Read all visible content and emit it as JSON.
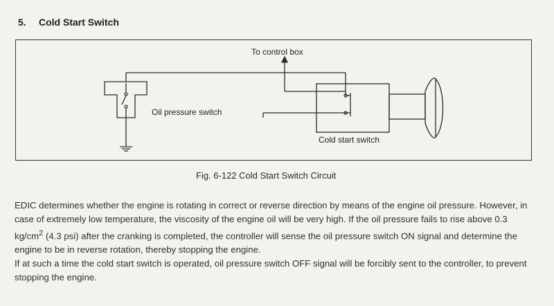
{
  "section": {
    "number": "5.",
    "title": "Cold Start Switch"
  },
  "diagram": {
    "labels": {
      "control_box": "To control box",
      "oil_switch": "Oil pressure switch",
      "cold_switch": "Cold start switch"
    }
  },
  "caption": "Fig. 6-122  Cold Start Switch Circuit",
  "body": {
    "p1_before_sup": "EDIC determines whether the engine is rotating in correct or reverse direction by means of the engine oil pressure. However, in case of extremely low temperature, the viscosity of the engine oil will be very high. If the oil pressure fails to rise above 0.3 kg/cm",
    "p1_sup": "2",
    "p1_after_sup": " (4.3 psi) after the cranking is completed, the controller will sense the oil pressure switch ON signal and determine the engine to be in reverse rotation, thereby stopping the engine.",
    "p2": "If at such a time the cold start switch is operated, oil pressure switch OFF signal will be forcibly sent to the controller, to prevent stopping the engine."
  }
}
